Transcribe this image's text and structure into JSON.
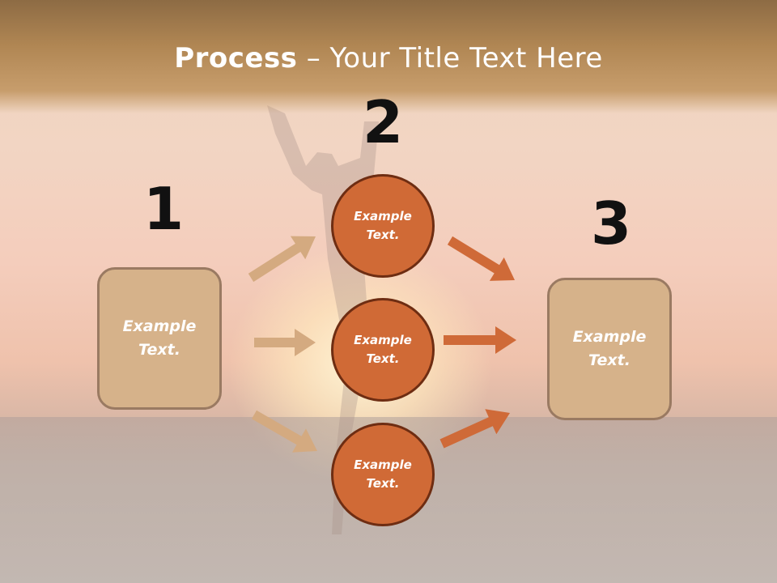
{
  "title": {
    "bold": "Process",
    "rest": " – Your Title Text Here"
  },
  "steps": [
    {
      "number": "1",
      "label": "Example Text."
    },
    {
      "number": "2",
      "circles": [
        "Example Text.",
        "Example Text.",
        "Example Text."
      ]
    },
    {
      "number": "3",
      "label": "Example Text."
    }
  ],
  "colors": {
    "box_fill": "#d6b28a",
    "circle_fill": "#d06a36",
    "arrow_left": "#d4aa80",
    "arrow_right": "#cf6a38"
  }
}
